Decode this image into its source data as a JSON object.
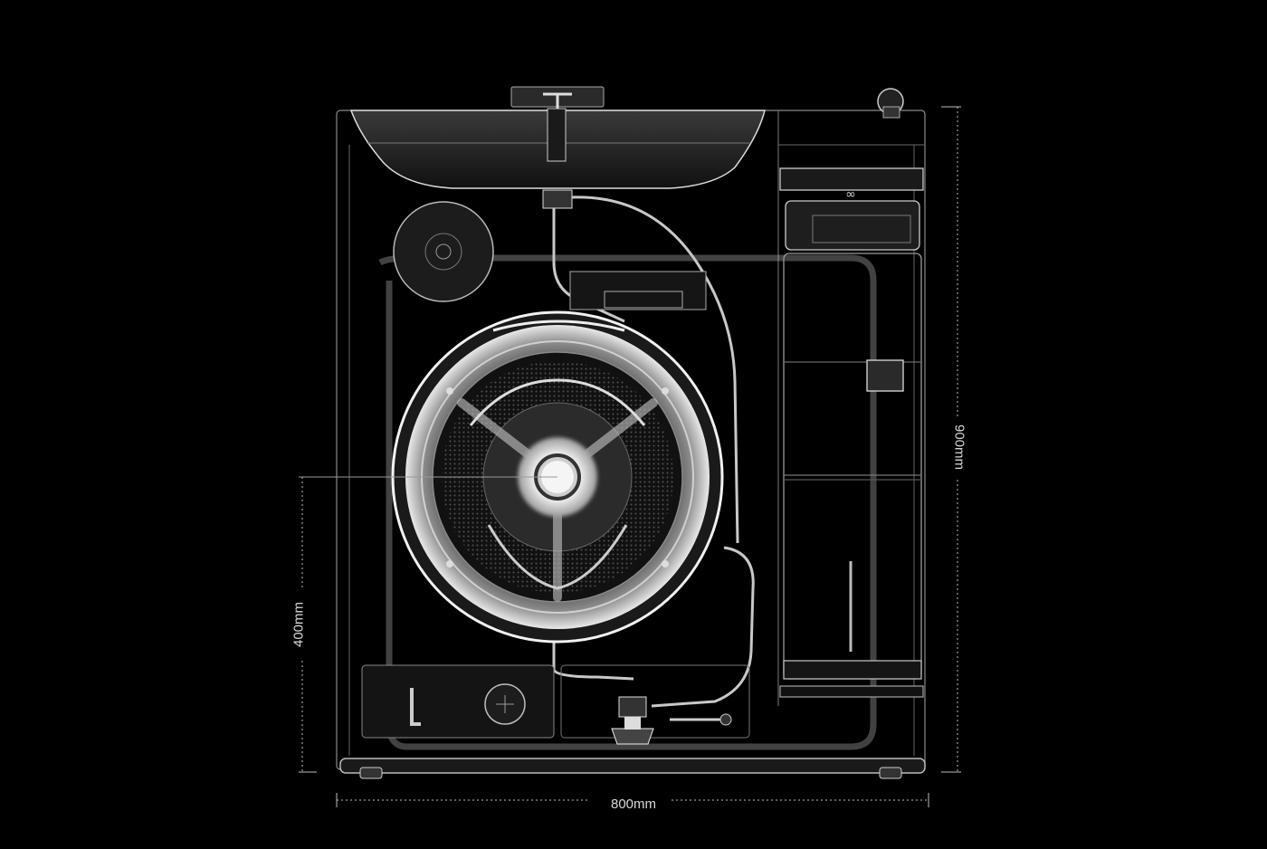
{
  "dimensions": {
    "width_label": "800mm",
    "height_label": "900mm",
    "drum_center_height_label": "400mm"
  },
  "colors": {
    "background": "#000000",
    "line": "#cfcfcf",
    "glow": "#ffffff",
    "dim_line": "#bdbdbd"
  }
}
